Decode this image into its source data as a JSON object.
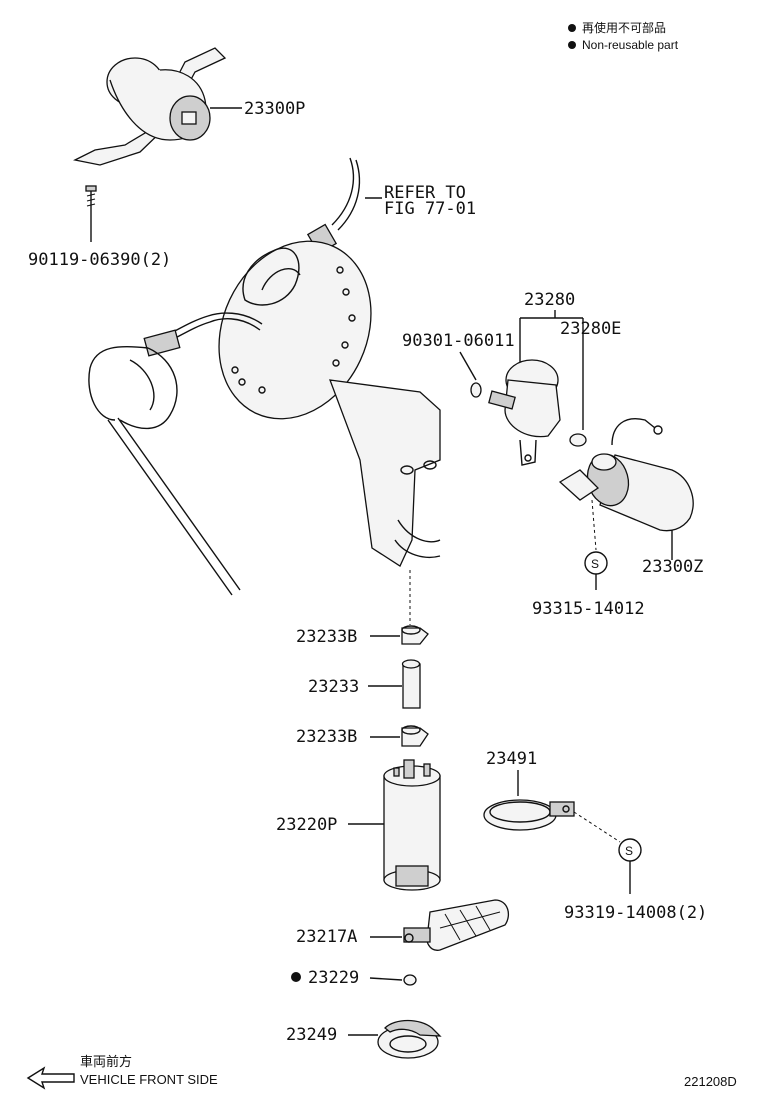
{
  "legend": {
    "jp": "再使用不可部品",
    "en": "Non-reusable part"
  },
  "refer": {
    "line1": "REFER TO",
    "line2": "FIG 77-01"
  },
  "parts": {
    "p23300P": "23300P",
    "p90119": "90119-06390(2)",
    "p23280": "23280",
    "p90301": "90301-06011",
    "p23280E": "23280E",
    "p23300Z": "23300Z",
    "p93315": "93315-14012",
    "p23233B_top": "23233B",
    "p23233": "23233",
    "p23233B_bottom": "23233B",
    "p23491": "23491",
    "p23220P": "23220P",
    "p93319": "93319-14008(2)",
    "p23217A": "23217A",
    "p23229": "23229",
    "p23249": "23249"
  },
  "s_marker": "S",
  "direction": {
    "jp": "車両前方",
    "en": "VEHICLE FRONT SIDE"
  },
  "figure_code": "221208D"
}
